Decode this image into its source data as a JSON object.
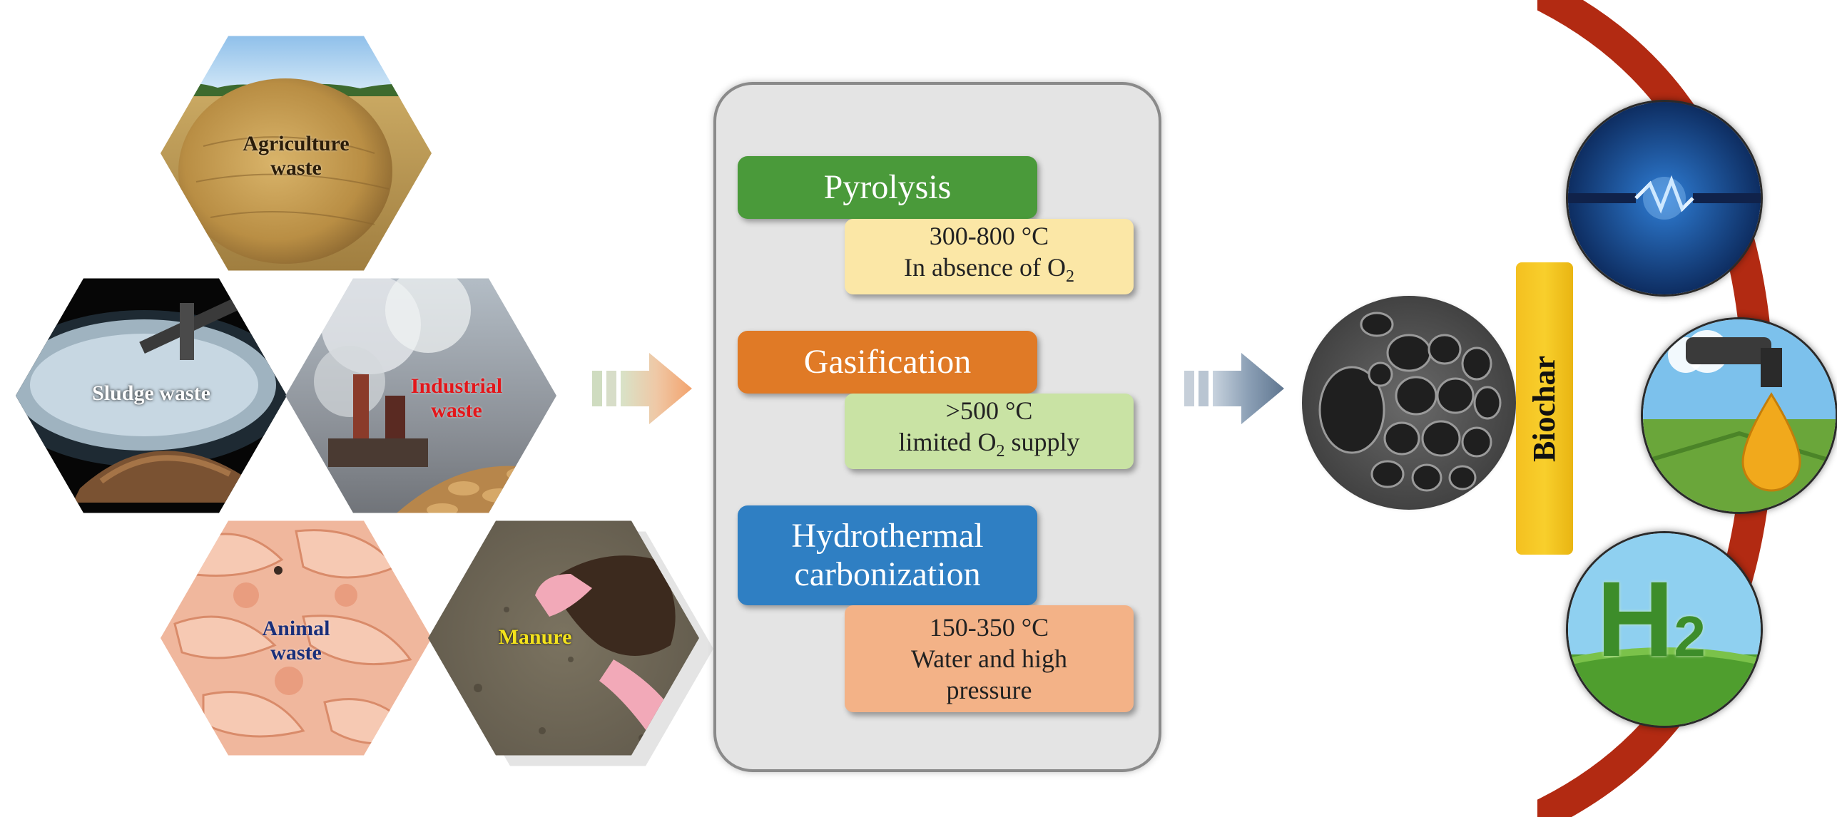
{
  "feedstocks": {
    "agriculture": "Agriculture\nwaste",
    "sludge": "Sludge waste",
    "industrial": "Industrial\nwaste",
    "animal": "Animal\nwaste",
    "manure": "Manure"
  },
  "processes": [
    {
      "name": "Pyrolysis",
      "cond1": "300-800 °C",
      "cond2_pre": "In absence of O",
      "cond2_sub": "2",
      "cond2_post": ""
    },
    {
      "name": "Gasification",
      "cond1": ">500 °C",
      "cond2_pre": "limited O",
      "cond2_sub": "2",
      "cond2_post": " supply"
    },
    {
      "name1": "Hydrothermal",
      "name2": "carbonization",
      "cond1": "150-350 °C",
      "cond2": "Water and high",
      "cond3": "pressure"
    }
  ],
  "product": {
    "label": "Biochar"
  },
  "applications": {
    "h2_letter": "H",
    "h2_sub": "2"
  },
  "colors": {
    "pyrolysis": "#4a9a3a",
    "pyrolysis_cond": "#fbe7a6",
    "gasification": "#e07a26",
    "gasification_cond": "#c9e3a4",
    "hydrothermal": "#2f7fc3",
    "hydrothermal_cond": "#f3b287",
    "biochar": "#f6c624",
    "ring": "#b22a12"
  }
}
